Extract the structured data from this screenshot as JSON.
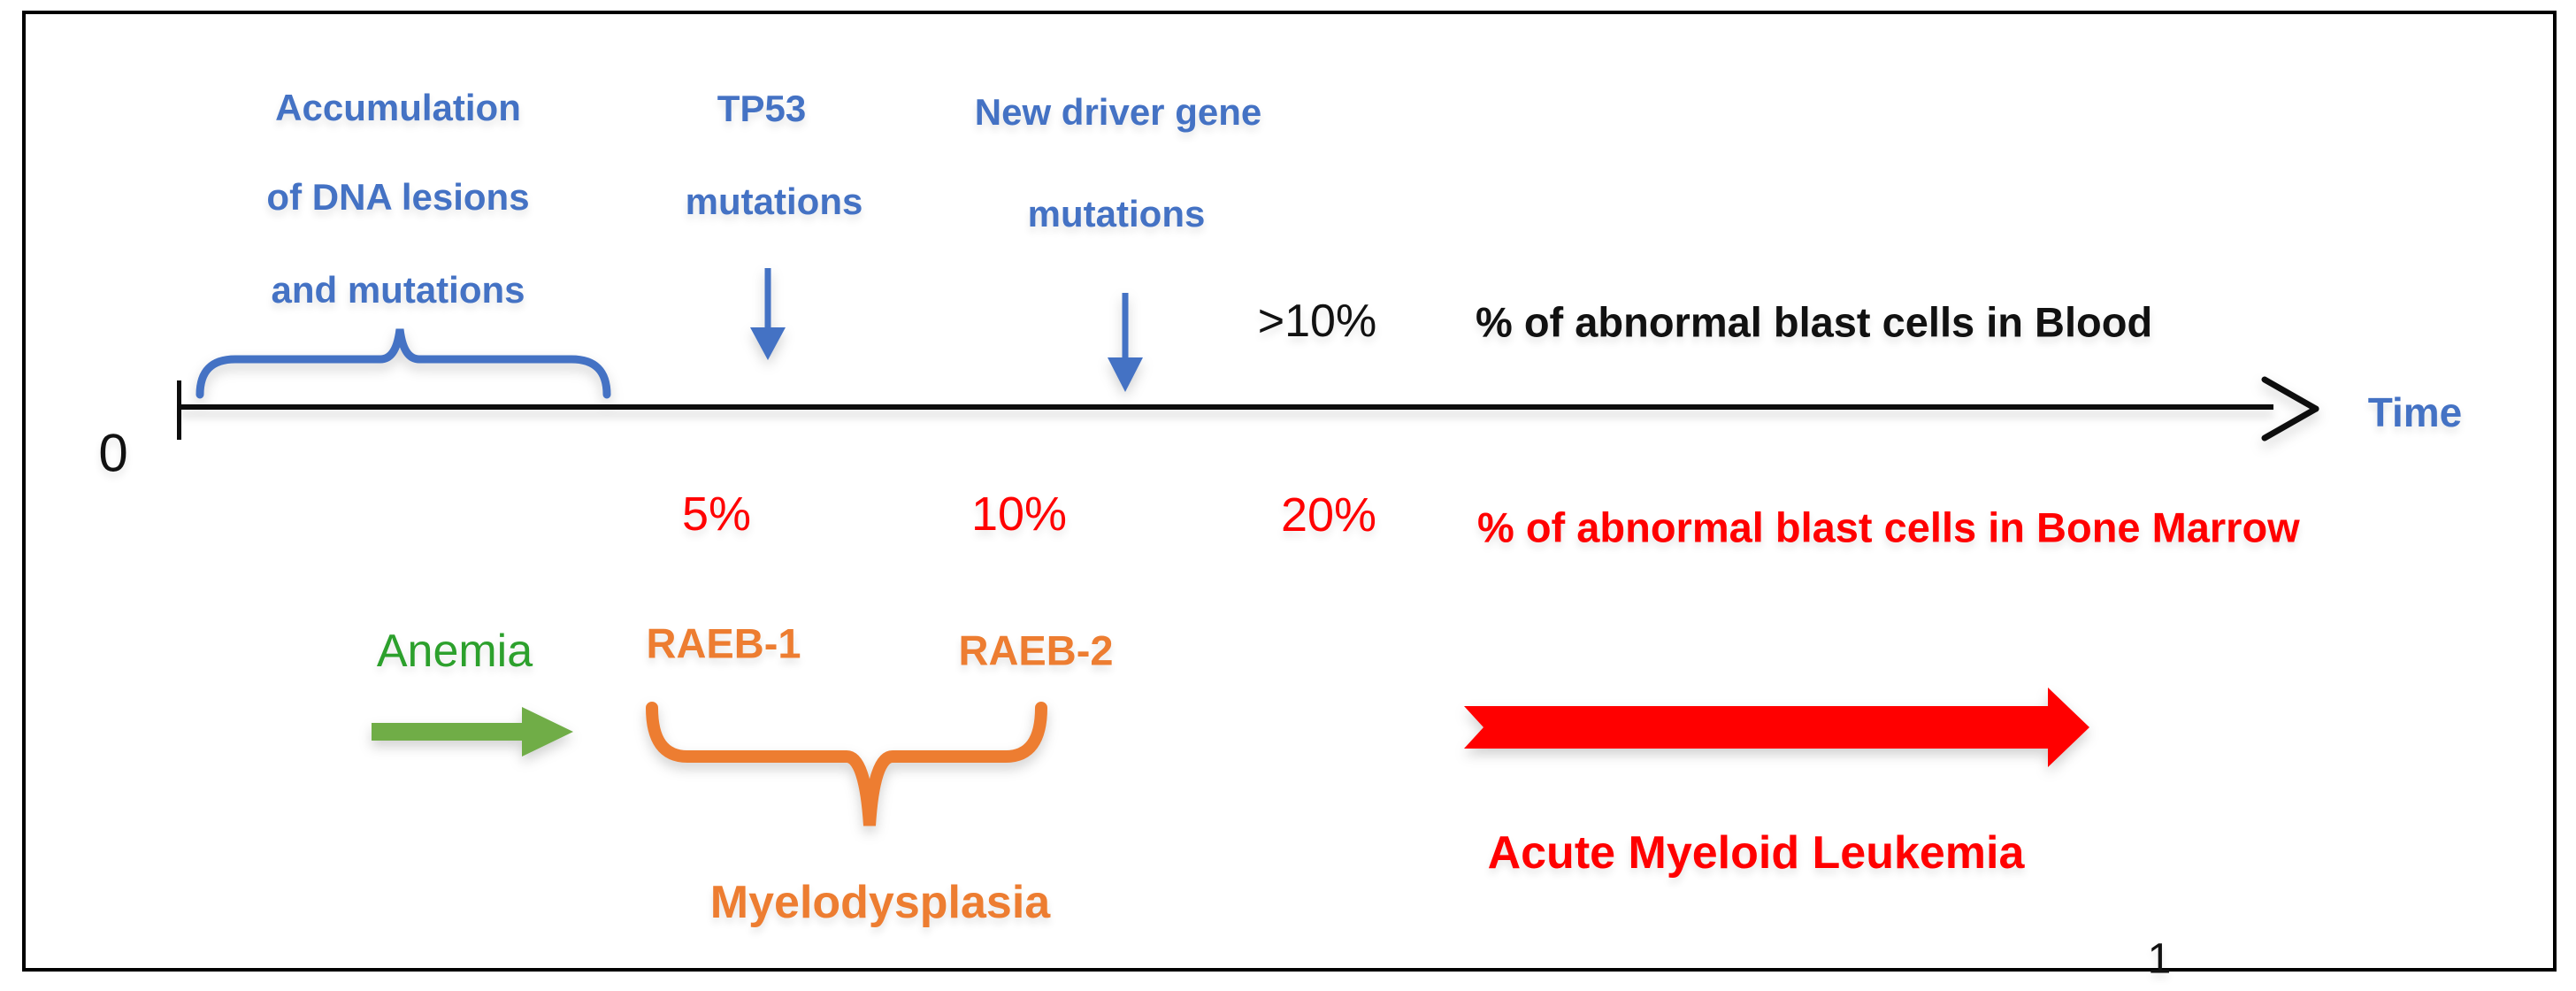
{
  "figure": {
    "page_number": "1",
    "timeline": {
      "origin_label": "0",
      "axis_label": "Time"
    },
    "blood_axis": {
      "threshold": ">10%",
      "label": "% of abnormal blast cells in Blood"
    },
    "marrow_axis": {
      "pct_5": "5%",
      "pct_10": "10%",
      "pct_20": "20%",
      "label": "% of abnormal blast cells in Bone Marrow"
    },
    "events": {
      "accumulation_line1": "Accumulation",
      "accumulation_line2": "of DNA lesions",
      "accumulation_line3": "and mutations",
      "tp53_line1": "TP53",
      "tp53_line2": "mutations",
      "driver_line1": "New driver gene",
      "driver_line2": "mutations"
    },
    "stages": {
      "anemia": "Anemia",
      "raeb1": "RAEB-1",
      "raeb2": "RAEB-2",
      "myelodysplasia": "Myelodysplasia",
      "aml": "Acute Myeloid Leukemia"
    },
    "colors": {
      "blue": "#4472C4",
      "red": "#FF0000",
      "orange": "#ED7D31",
      "green_text": "#2CA02C",
      "green_arrow": "#70AD47",
      "black": "#000000"
    }
  }
}
